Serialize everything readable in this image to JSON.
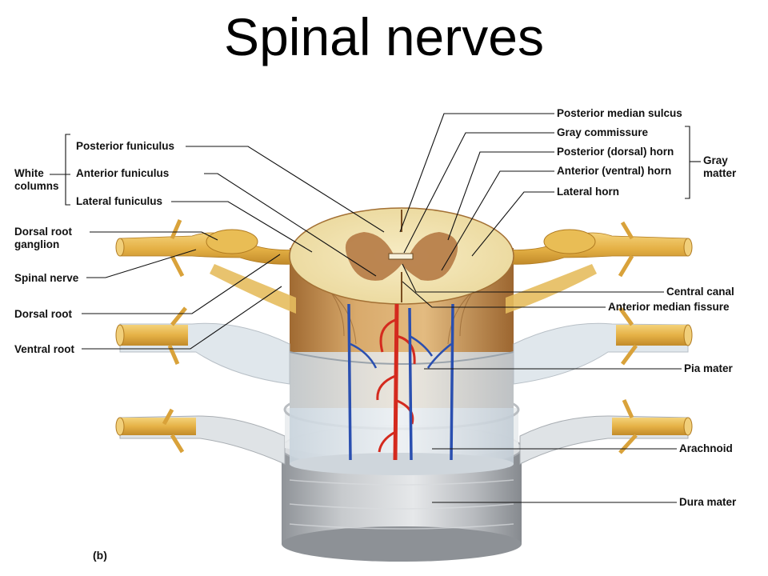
{
  "title": "Spinal nerves",
  "panel_label": "(b)",
  "groups": {
    "white_columns": "White\ncolumns",
    "gray_matter": "Gray\nmatter"
  },
  "labels": {
    "posterior_funiculus": "Posterior funiculus",
    "anterior_funiculus": "Anterior funiculus",
    "lateral_funiculus": "Lateral funiculus",
    "dorsal_root_ganglion": "Dorsal root\nganglion",
    "spinal_nerve": "Spinal nerve",
    "dorsal_root": "Dorsal root",
    "ventral_root": "Ventral root",
    "posterior_median_sulcus": "Posterior median sulcus",
    "gray_commissure": "Gray commissure",
    "posterior_horn": "Posterior (dorsal) horn",
    "anterior_horn": "Anterior (ventral) horn",
    "lateral_horn": "Lateral horn",
    "central_canal": "Central canal",
    "anterior_median_fissure": "Anterior median fissure",
    "pia_mater": "Pia mater",
    "arachnoid": "Arachnoid",
    "dura_mater": "Dura mater"
  },
  "colors": {
    "nerve": "#e8b84a",
    "white_matter": "#f3e6b0",
    "gray_matter": "#b57a45",
    "cord_side": "#c8955a",
    "dura": "#c9ccd0",
    "artery": "#d42a1e",
    "vein": "#2a4fb0"
  }
}
